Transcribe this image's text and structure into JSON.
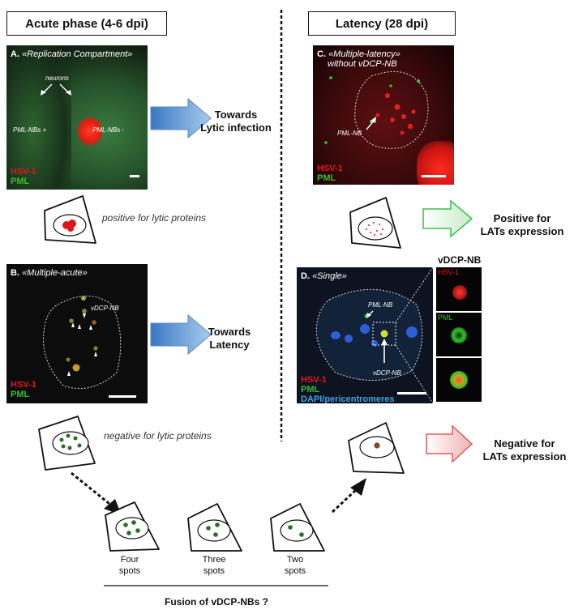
{
  "headers": {
    "acute": "Acute phase (4-6 dpi)",
    "latency": "Latency (28 dpi)"
  },
  "panel_a": {
    "letter": "A.",
    "title": "«Replication Compartment»",
    "neurons": "neurons",
    "pml_plus": "PML-NBs +",
    "pml_minus": "PML-NBs -",
    "hsv": "HSV-1",
    "pml": "PML"
  },
  "panel_b": {
    "letter": "B.",
    "title": "«Multiple-acute»",
    "vdcp": "vDCP-NB",
    "hsv": "HSV-1",
    "pml": "PML"
  },
  "panel_c": {
    "letter": "C.",
    "title_line1": "«Multiple-latency»",
    "title_line2": "without vDCP-NB",
    "pmlnb": "PML-NB",
    "hsv": "HSV-1",
    "pml": "PML"
  },
  "panel_d": {
    "letter": "D.",
    "title": "«Single»",
    "pmlnb": "PML-NB",
    "vdcp": "vDCP-NB",
    "hsv": "HSV-1",
    "pml": "PML",
    "dapi": "DAPI/pericentromeres"
  },
  "inset": {
    "title": "vDCP-NB",
    "hsv": "HSV-1",
    "pml": "PML"
  },
  "arrows": {
    "lytic_line1": "Towards",
    "lytic_line2": "Lytic infection",
    "latency_line1": "Towards",
    "latency_line2": "Latency",
    "positive_line1": "Positive for",
    "positive_line2": "LATs expression",
    "negative_line1": "Negative for",
    "negative_line2": "LATs expression"
  },
  "captions": {
    "positive_lytic": "positive for lytic proteins",
    "negative_lytic": "negative for lytic proteins"
  },
  "spots": {
    "four_line1": "Four",
    "four_line2": "spots",
    "three_line1": "Three",
    "three_line2": "spots",
    "two_line1": "Two",
    "two_line2": "spots"
  },
  "fusion": "Fusion of vDCP-NBs ?",
  "colors": {
    "hsv_red": "#e0161d",
    "pml_green": "#2fc22a",
    "dapi_blue": "#39a7e6",
    "blue_arrow": "#5b9bd5",
    "green_arrow": "#3cbf4a",
    "red_arrow": "#e25a5a"
  }
}
